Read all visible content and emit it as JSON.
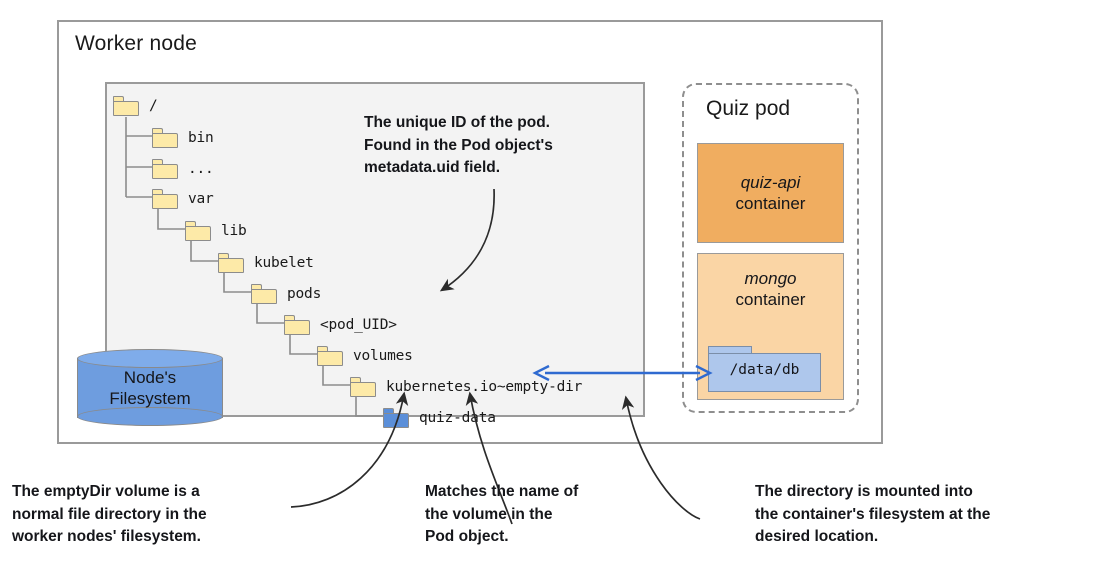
{
  "diagram": {
    "worker_node": {
      "title": "Worker node"
    },
    "filesystem_tree": {
      "nodes": [
        {
          "label": "/",
          "icon": "folder-icon",
          "color": "yellow",
          "depth": 0
        },
        {
          "label": "bin",
          "icon": "folder-icon",
          "color": "yellow",
          "depth": 1
        },
        {
          "label": "...",
          "icon": "folder-icon",
          "color": "yellow",
          "depth": 1
        },
        {
          "label": "var",
          "icon": "folder-icon",
          "color": "yellow",
          "depth": 1
        },
        {
          "label": "lib",
          "icon": "folder-icon",
          "color": "yellow",
          "depth": 2
        },
        {
          "label": "kubelet",
          "icon": "folder-icon",
          "color": "yellow",
          "depth": 3
        },
        {
          "label": "pods",
          "icon": "folder-icon",
          "color": "yellow",
          "depth": 4
        },
        {
          "label": "<pod_UID>",
          "icon": "folder-icon",
          "color": "yellow",
          "depth": 5
        },
        {
          "label": "volumes",
          "icon": "folder-icon",
          "color": "yellow",
          "depth": 6
        },
        {
          "label": "kubernetes.io~empty-dir",
          "icon": "folder-icon",
          "color": "yellow",
          "depth": 7
        },
        {
          "label": "quiz-data",
          "icon": "folder-icon",
          "color": "blue",
          "depth": 8
        }
      ]
    },
    "node_filesystem": {
      "label_line1": "Node's",
      "label_line2": "Filesystem"
    },
    "quiz_pod": {
      "title": "Quiz pod",
      "containers": [
        {
          "name": "quiz-api",
          "subtitle": "container",
          "color": "#f0ad60"
        },
        {
          "name": "mongo",
          "subtitle": "container",
          "color": "#fad5a5"
        }
      ],
      "mount_folder": {
        "label": "/data/db",
        "icon": "folder-icon",
        "color": "#aec7ec"
      }
    },
    "callouts": {
      "pod_uid": "The unique ID of the pod.\nFound in the Pod object's\nmetadata.uid field.",
      "empty_dir": "The emptyDir volume is a\nnormal file directory in the\nworker nodes' filesystem.",
      "volume_name": "Matches the name of\nthe volume in the\nPod object.",
      "mounted": "The directory is mounted into\nthe container's filesystem at the\ndesired location."
    },
    "colors": {
      "folder_yellow": "#fdeaa8",
      "folder_blue": "#5b8fd9",
      "mount_blue": "#aec7ec",
      "cylinder_blue": "#6e9ddf",
      "container_orange": "#f0ad60",
      "container_orange_light": "#fad5a5",
      "arrow_blue": "#2f6ad0",
      "box_border": "#9a9a9a",
      "fs_background": "#f3f3f3"
    }
  }
}
